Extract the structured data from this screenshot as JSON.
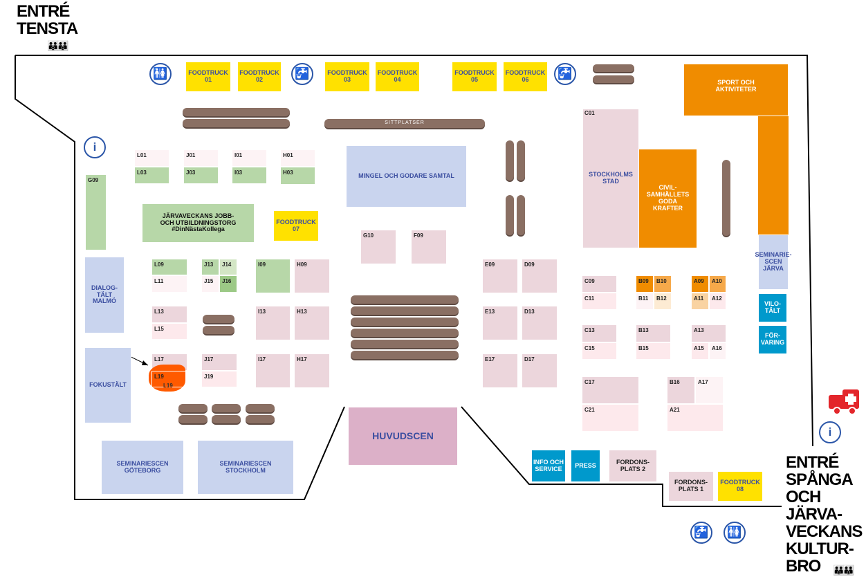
{
  "entrances": {
    "tensta": "ENTRÉ\nTENSTA",
    "spanga": "ENTRÉ\nSPÅNGA\nOCH\nJÄRVA-\nVECKANS\nKULTUR-\nBRO"
  },
  "seating_label": "SITTPLATSER",
  "booths": {
    "L01": "L01",
    "L03": "L03",
    "J01": "J01",
    "J03": "J03",
    "I01": "I01",
    "I03": "I03",
    "H01": "H01",
    "H03": "H03",
    "G09": "G09",
    "L09": "L09",
    "L11": "L11",
    "J13": "J13",
    "J14": "J14",
    "J15": "J15",
    "J16": "J16",
    "I09": "I09",
    "H09": "H09",
    "L13": "L13",
    "L15": "L15",
    "I13": "I13",
    "H13": "H13",
    "L17": "L17",
    "L19": "L19",
    "J17": "J17",
    "J19": "J19",
    "I17": "I17",
    "H17": "H17",
    "G10": "G10",
    "F09": "F09",
    "E09": "E09",
    "D09": "D09",
    "E13": "E13",
    "D13": "D13",
    "E17": "E17",
    "D17": "D17",
    "C01": "C01",
    "C09": "C09",
    "C11": "C11",
    "B09": "B09",
    "B10": "B10",
    "B11": "B11",
    "B12": "B12",
    "A09": "A09",
    "A10": "A10",
    "A11": "A11",
    "A12": "A12",
    "C13": "C13",
    "C15": "C15",
    "B13": "B13",
    "B15": "B15",
    "A13": "A13",
    "A15": "A15",
    "A16": "A16",
    "C17": "C17",
    "C21": "C21",
    "B16": "B16",
    "A17": "A17",
    "A21": "A21"
  },
  "areas": {
    "jobbtorg": "JÄRVAVECKANS JOBB-\nOCH UTBILDNINGSTORG\n#DinNästaKollega",
    "ft01": "FOODTRUCK\n01",
    "ft02": "FOODTRUCK\n02",
    "ft03": "FOODTRUCK\n03",
    "ft04": "FOODTRUCK\n04",
    "ft05": "FOODTRUCK\n05",
    "ft06": "FOODTRUCK\n06",
    "ft07": "FOODTRUCK\n07",
    "ft08": "FOODTRUCK\n08",
    "dialog": "DIALOG-\nTÄLT\nMALMÖ",
    "fokus": "FOKUSTÄLT",
    "sem_gbg": "SEMINARIESCEN\nGÖTEBORG",
    "sem_sthlm": "SEMINARIESCEN\nSTOCKHOLM",
    "mingel": "MINGEL OCH GODARE SAMTAL",
    "huvudscen": "HUVUDSCEN",
    "sthlm_stad": "STOCKHOLMS\nSTAD",
    "civil": "CIVIL-\nSAMHÄLLETS\nGODA\nKRAFTER",
    "sport": "SPORT OCH\nAKTIVITETER",
    "sem_jarva": "SEMINARIE-\nSCEN JÄRVA",
    "vilo": "VILO-\nTÄLT",
    "forvaring": "FÖR-\nVARING",
    "info": "INFO OCH\nSERVICE",
    "press": "PRESS",
    "ford2": "FORDONS-\nPLATS 2",
    "ford1": "FORDONS-\nPLATS 1"
  },
  "highlight_booth": "L19",
  "colors": {
    "highlight": "#ff5a00",
    "outline": "#000000",
    "icon": "#2b56a8"
  }
}
